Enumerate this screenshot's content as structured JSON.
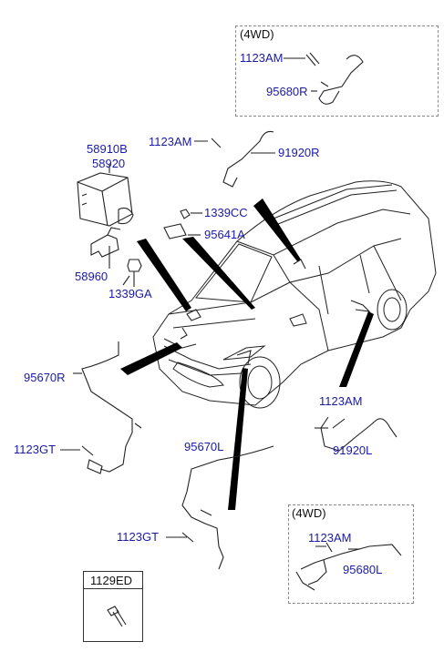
{
  "boxes": {
    "top_4wd": "(4WD)",
    "bottom_4wd": "(4WD)",
    "legend_title": "1129ED"
  },
  "labels": {
    "l_1123AM_top": "1123AM",
    "l_95680R": "95680R",
    "l_58910B": "58910B",
    "l_58920": "58920",
    "l_1123AM_mid": "1123AM",
    "l_91920R": "91920R",
    "l_1339CC": "1339CC",
    "l_95641A": "95641A",
    "l_58960": "58960",
    "l_1339GA": "1339GA",
    "l_95670R": "95670R",
    "l_1123GT_left": "1123GT",
    "l_95670L": "95670L",
    "l_1123AM_right": "1123AM",
    "l_91920L": "91920L",
    "l_1123GT_bottom": "1123GT",
    "l_1123AM_bottom": "1123AM",
    "l_95680L": "95680L"
  },
  "colors": {
    "part_number": "#1a1aa6",
    "line": "#111111"
  }
}
